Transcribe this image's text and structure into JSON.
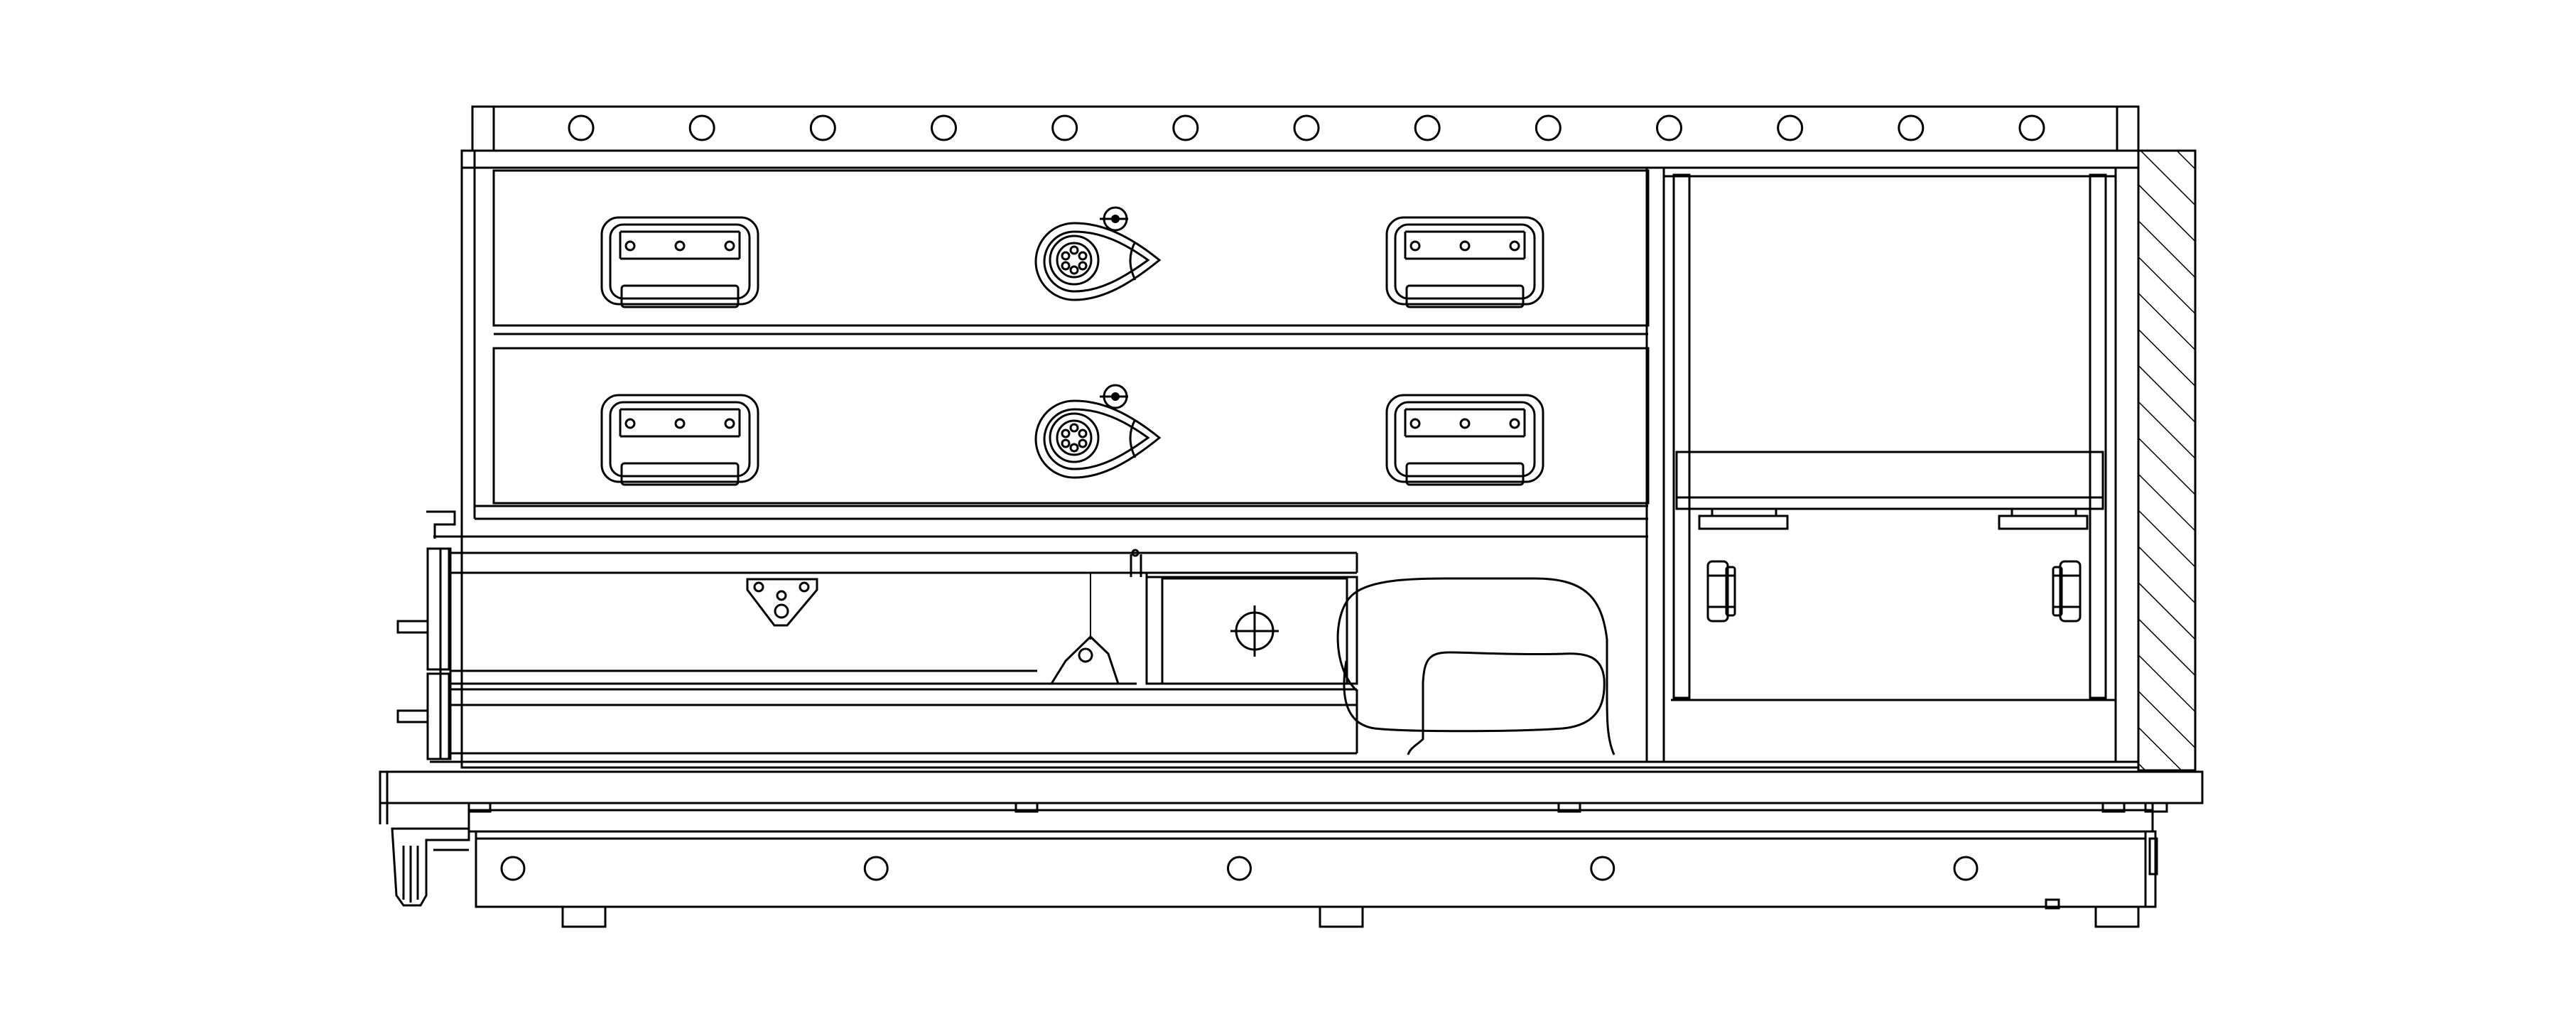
{
  "drawing": {
    "subject": "",
    "line_color": "#000000",
    "background_color": "#ffffff",
    "top_rail_hole_count": 13,
    "bottom_base_hole_count": 5,
    "drawer_count": 2,
    "slide_out_tray_count": 1,
    "base_foot_count": 3,
    "icons": [
      "drawer-handle-icon",
      "rotary-lock-icon",
      "crosshair-icon",
      "hatched-wall-section"
    ]
  }
}
